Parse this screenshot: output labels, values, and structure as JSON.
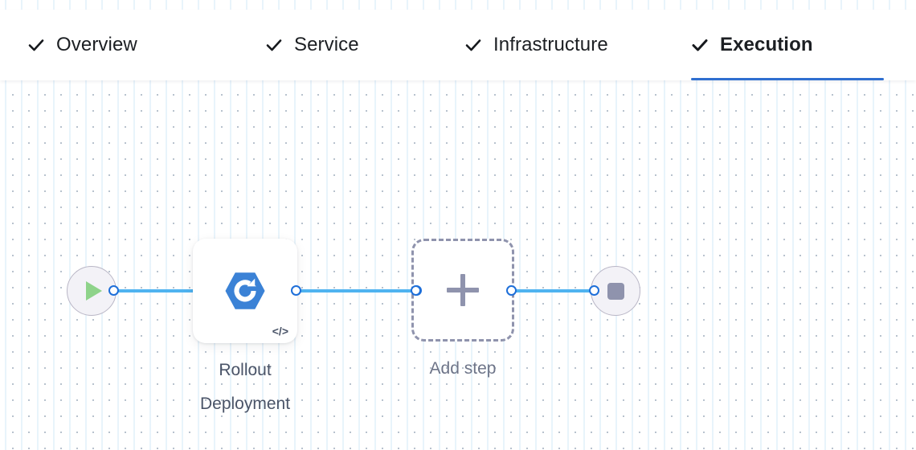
{
  "tabs": {
    "items": [
      {
        "id": "overview",
        "label": "Overview",
        "icon": "check-icon",
        "completed": true,
        "active": false
      },
      {
        "id": "service",
        "label": "Service",
        "icon": "check-icon",
        "completed": true,
        "active": false
      },
      {
        "id": "infrastructure",
        "label": "Infrastructure",
        "icon": "check-icon",
        "completed": true,
        "active": false
      },
      {
        "id": "execution",
        "label": "Execution",
        "icon": "check-icon",
        "completed": true,
        "active": true
      }
    ],
    "active_tab": "Execution"
  },
  "pipeline": {
    "nodes": [
      {
        "id": "start",
        "type": "start-node",
        "icon": "play-icon",
        "label": ""
      },
      {
        "id": "step-1",
        "type": "step-node",
        "icon": "rollout-deploy-icon",
        "label": "Rollout\nDeployment",
        "badge": "</>"
      },
      {
        "id": "add-step",
        "type": "add-step-node",
        "icon": "plus-icon",
        "label": "Add step"
      },
      {
        "id": "end",
        "type": "end-node",
        "icon": "stop-icon",
        "label": ""
      }
    ],
    "edges": [
      {
        "from": "start",
        "to": "step-1"
      },
      {
        "from": "step-1",
        "to": "add-step"
      },
      {
        "from": "add-step",
        "to": "end"
      }
    ]
  },
  "colors": {
    "accent_blue": "#2f6fd0",
    "edge_blue": "#4fb3f0",
    "handle_blue": "#1e6fd9",
    "step_icon_blue": "#3b82d6",
    "play_green": "#8ed38a",
    "stop_gray": "#8f93ad",
    "dashed_gray": "#8f93ad",
    "caption_gray": "#4a5468",
    "canvas_white": "#ffffff"
  }
}
